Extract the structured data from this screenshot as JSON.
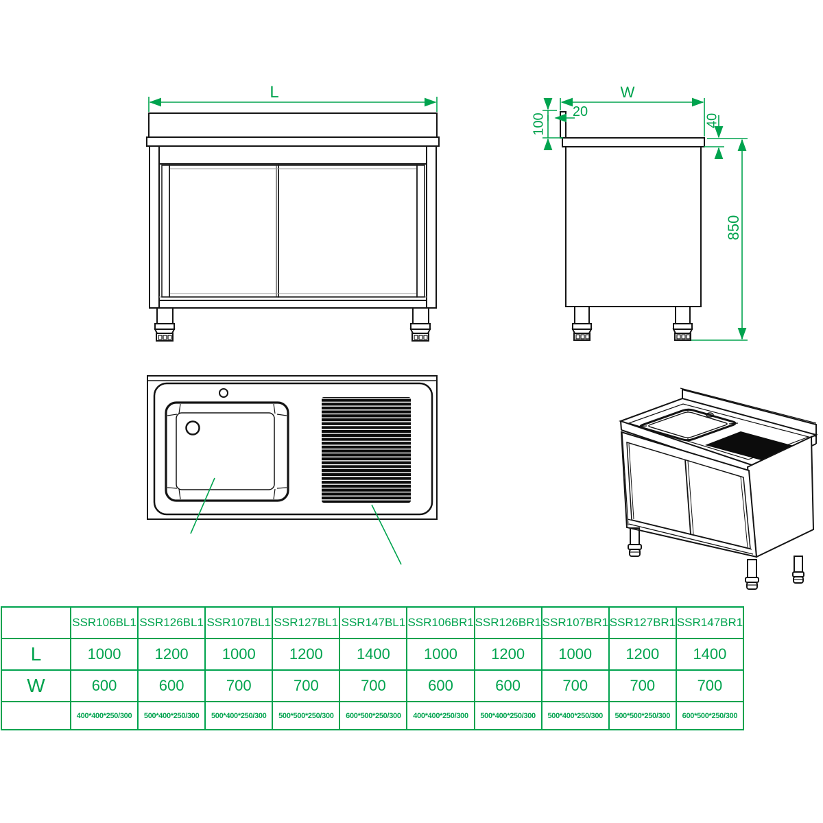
{
  "colors": {
    "accent_green": "#00a34e",
    "line_black": "#141414"
  },
  "front_view": {
    "length_label": "L"
  },
  "side_view": {
    "width_label": "W",
    "backsplash_thickness": "20",
    "backsplash_height": "100",
    "worktop_thickness": "40",
    "overall_height": "850"
  },
  "table": {
    "models": [
      "SSR106BL1",
      "SSR126BL1",
      "SSR107BL1",
      "SSR127BL1",
      "SSR147BL1",
      "SSR106BR1",
      "SSR126BR1",
      "SSR107BR1",
      "SSR127BR1",
      "SSR147BR1"
    ],
    "row_L": {
      "label": "L",
      "values": [
        "1000",
        "1200",
        "1000",
        "1200",
        "1400",
        "1000",
        "1200",
        "1000",
        "1200",
        "1400"
      ]
    },
    "row_W": {
      "label": "W",
      "values": [
        "600",
        "600",
        "700",
        "700",
        "700",
        "600",
        "600",
        "700",
        "700",
        "700"
      ]
    },
    "row_sink": {
      "label": "",
      "values": [
        "400*400*250/300",
        "500*400*250/300",
        "500*400*250/300",
        "500*500*250/300",
        "600*500*250/300",
        "400*400*250/300",
        "500*400*250/300",
        "500*400*250/300",
        "500*500*250/300",
        "600*500*250/300"
      ]
    }
  }
}
